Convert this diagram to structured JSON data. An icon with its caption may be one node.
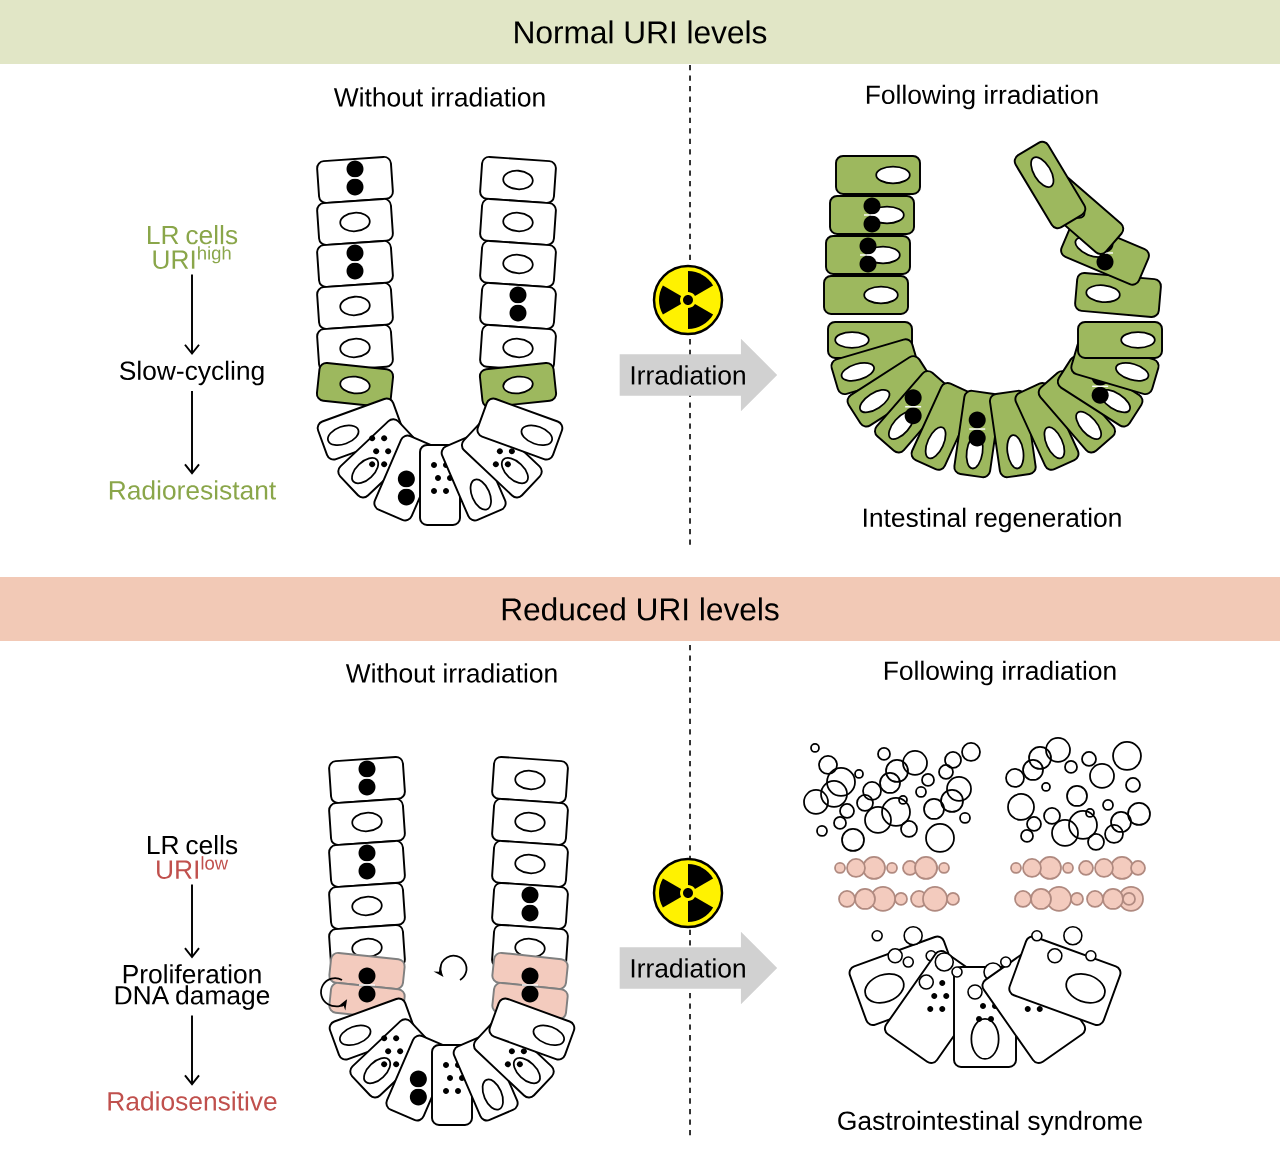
{
  "diagram": {
    "nodes": [
      {
        "text": [
          "Normal URI levels"
        ]
      },
      {
        "text": [
          "LR cells",
          "URI$^{high}$"
        ]
      },
      {
        "text": [
          "Slow-cycling"
        ]
      },
      {
        "text": [
          "Radioresistant"
        ]
      },
      {
        "text": [
          "Irradiation"
        ]
      },
      {
        "text": [
          "Reduced URI levels"
        ]
      },
      {
        "text": [
          "LR cells",
          "URI$^{low}$"
        ]
      },
      {
        "text": [
          "Proliferation DNA damage"
        ]
      },
      {
        "text": [
          "Radiosensitive"
        ]
      },
      {
        "text": [
          "Irradiation"
        ]
      }
    ],
    "edges": [
      {
        "from": 1,
        "to": 2,
        "arrow": "to"
      },
      {
        "from": 2,
        "to": 3,
        "arrow": "to"
      },
      {
        "from": 6,
        "to": 7,
        "arrow": "to"
      },
      {
        "from": 7,
        "to": 8,
        "arrow": "to"
      }
    ],
    "labels": [
      "Without irradiation",
      "Following irradiation",
      "Intestinal regeneration",
      "Without irradiation",
      "Following irradiation",
      "Gastrointestinal syndrome"
    ]
  }
}
